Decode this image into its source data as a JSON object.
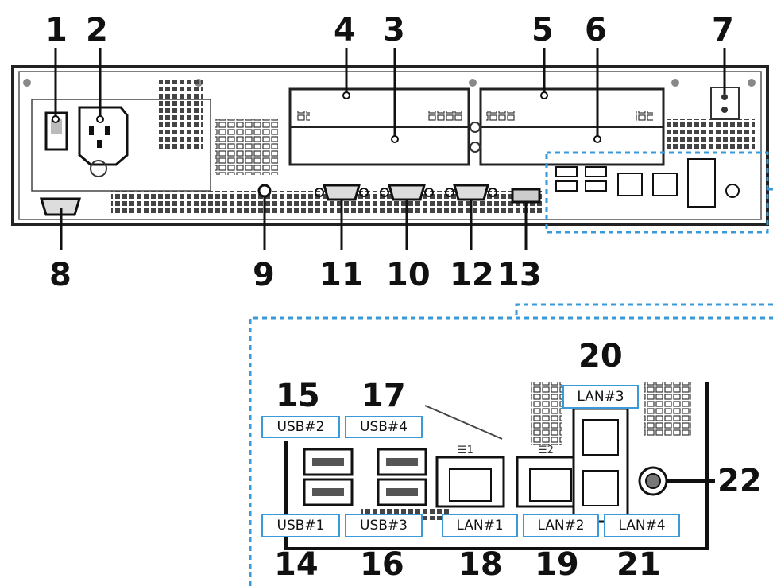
{
  "callouts": {
    "n1": "1",
    "n2": "2",
    "n3": "3",
    "n4": "4",
    "n5": "5",
    "n6": "6",
    "n7": "7",
    "n8": "8",
    "n9": "9",
    "n10": "10",
    "n11": "11",
    "n12": "12",
    "n13": "13",
    "n14": "14",
    "n15": "15",
    "n16": "16",
    "n17": "17",
    "n18": "18",
    "n19": "19",
    "n20": "20",
    "n21": "21",
    "n22": "22"
  },
  "port_labels": {
    "usb1": "USB#1",
    "usb2": "USB#2",
    "usb3": "USB#3",
    "usb4": "USB#4",
    "lan1": "LAN#1",
    "lan2": "LAN#2",
    "lan3": "LAN#3",
    "lan4": "LAN#4"
  },
  "colors": {
    "accent": "#3a9ad9",
    "ink": "#111111",
    "panel": "#2a2a2a"
  }
}
